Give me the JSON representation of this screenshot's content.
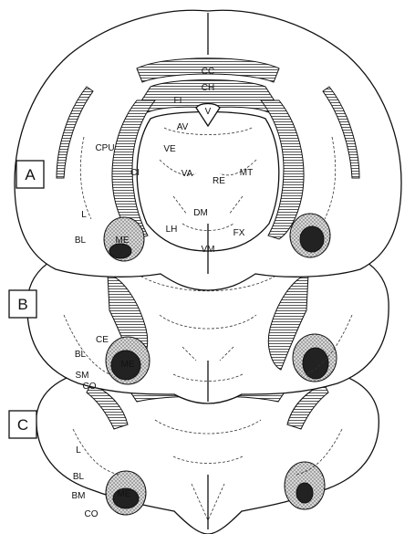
{
  "panels": {
    "a": "A",
    "b": "B",
    "c": "C"
  },
  "labels": {
    "cc": "CC",
    "ch": "CH",
    "fi": "FI",
    "v": "V",
    "av": "AV",
    "ve": "VE",
    "va": "VA",
    "re": "RE",
    "mt": "MT",
    "cpu": "CPU",
    "ci": "CI",
    "l": "L",
    "bl": "BL",
    "me": "ME",
    "lh": "LH",
    "dm": "DM",
    "fx": "FX",
    "vm": "VM",
    "ce": "CE",
    "sm": "SM",
    "co": "CO",
    "bm": "BM"
  },
  "colors": {
    "ink": "#111111",
    "hatch": "#555555",
    "lesion": "#222222"
  }
}
